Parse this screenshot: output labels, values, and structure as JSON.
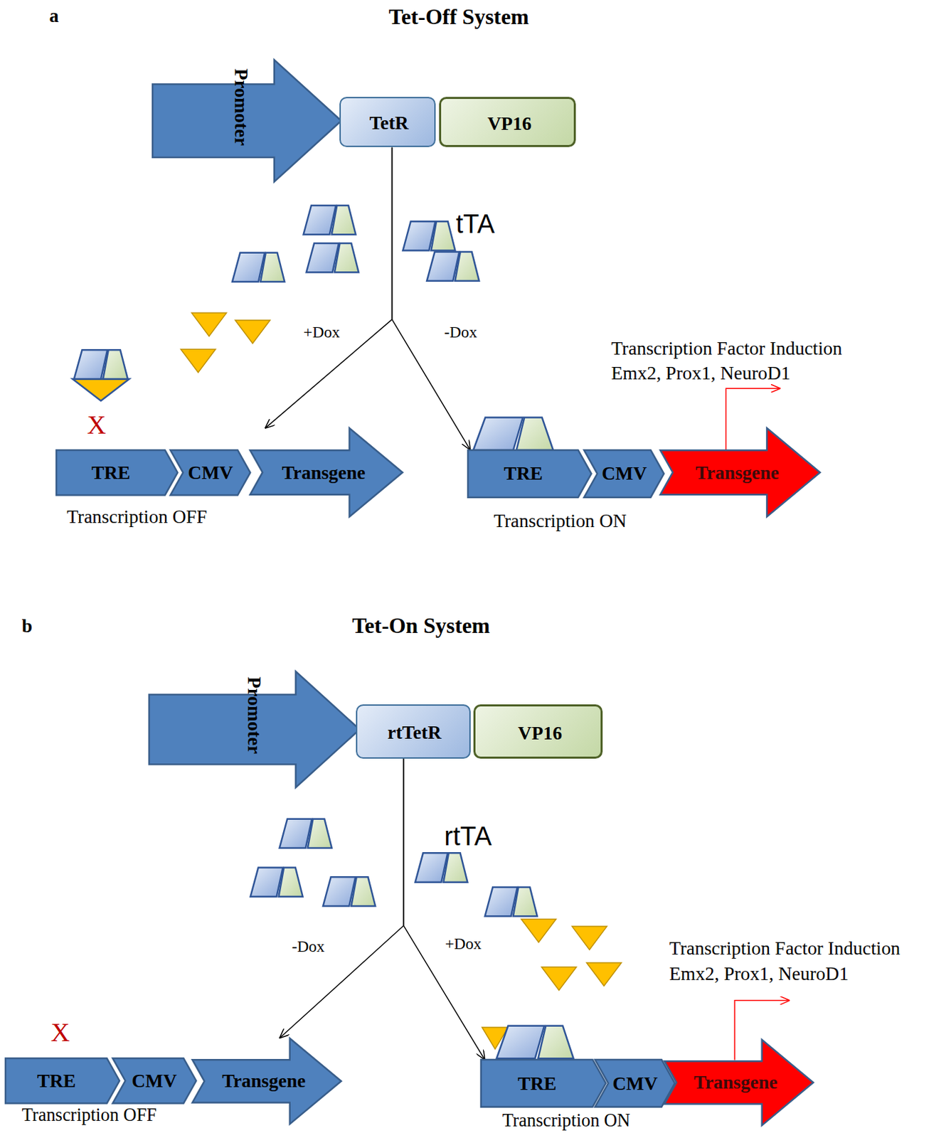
{
  "diagram": {
    "nodes": [
      {
        "text": [
          "Promoter"
        ]
      },
      {
        "text": [
          "TetR"
        ]
      },
      {
        "text": [
          "VP16"
        ]
      },
      {
        "text": [
          "TRE"
        ]
      },
      {
        "text": [
          "CMV"
        ]
      },
      {
        "text": [
          "Transgene"
        ]
      },
      {
        "text": [
          "TRE"
        ]
      },
      {
        "text": [
          "CMV"
        ]
      },
      {
        "text": [
          "Transgene"
        ]
      },
      {
        "text": [
          "Promoter"
        ]
      },
      {
        "text": [
          "rtTetR"
        ]
      },
      {
        "text": [
          "VP16"
        ]
      },
      {
        "text": [
          "TRE"
        ]
      },
      {
        "text": [
          "CMV"
        ]
      },
      {
        "text": [
          "Transgene"
        ]
      },
      {
        "text": [
          "TRE"
        ]
      },
      {
        "text": [
          "CMV"
        ]
      },
      {
        "text": [
          "Transgene"
        ]
      }
    ],
    "edges": [
      {
        "from": 1,
        "to": 5,
        "label": "+Dox",
        "arrow": "to"
      },
      {
        "from": 1,
        "to": 6,
        "label": "-Dox",
        "arrow": "to"
      },
      {
        "from": 10,
        "to": 14,
        "label": "-Dox",
        "arrow": "to"
      },
      {
        "from": 10,
        "to": 15,
        "label": "+Dox",
        "arrow": "to"
      }
    ],
    "labels": [
      "a",
      "Tet-Off System",
      "tTA",
      "Transcription Factor Induction",
      "Emx2, Prox1, NeuroD1",
      "X",
      "Transcription OFF",
      "Transcription ON",
      "b",
      "Tet-On System",
      "rtTA",
      "Transcription Factor Induction",
      "Emx2, Prox1, NeuroD1",
      "X",
      "Transcription OFF",
      "Transcription ON"
    ]
  }
}
